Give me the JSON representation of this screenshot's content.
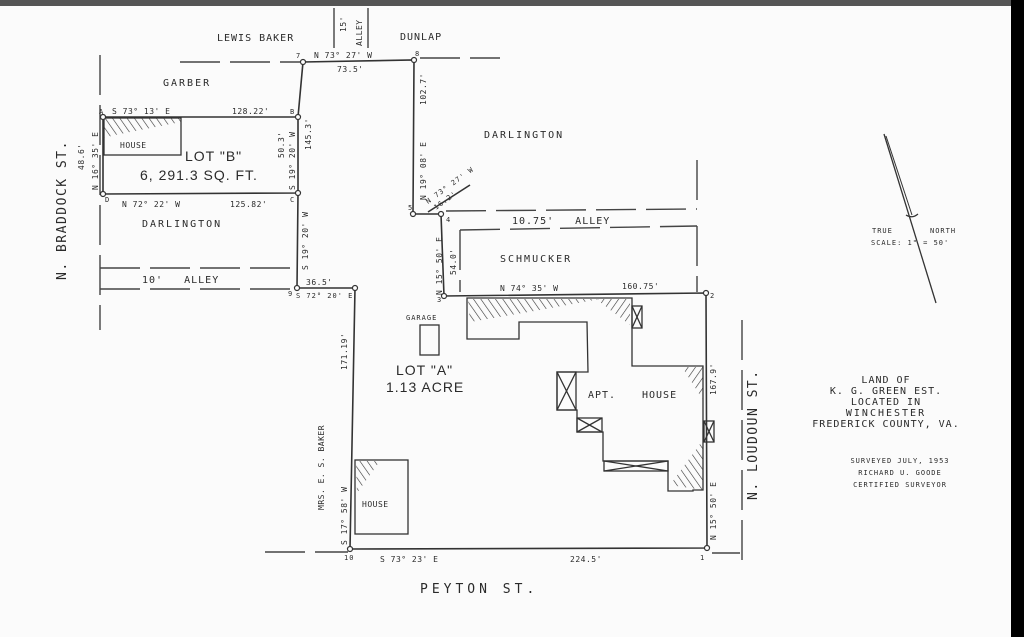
{
  "plat": {
    "streets": {
      "braddock": "N. BRADDOCK ST.",
      "loudoun": "N. LOUDOUN ST.",
      "peyton": "PEYTON ST."
    },
    "neighbors": {
      "lewis_baker": "LEWIS BAKER",
      "dunlap": "DUNLAP",
      "garber": "GARBER",
      "darlington_w": "DARLINGTON",
      "darlington_n": "DARLINGTON",
      "schmucker": "SCHMUCKER",
      "mrs_baker": "MRS. E. S. BAKER"
    },
    "alleys": {
      "top_width": "15'",
      "top_label": "ALLEY",
      "west": "10'   ALLEY",
      "east": "10.75'   ALLEY"
    },
    "lot_b": {
      "title": "LOT \"B\"",
      "area": "6, 291.3 SQ. FT.",
      "house": "HOUSE"
    },
    "lot_a": {
      "title": "LOT \"A\"",
      "area": "1.13 ACRE",
      "garage": "GARAGE",
      "apt_house_1": "APT.",
      "apt_house_2": "HOUSE",
      "house": "HOUSE"
    },
    "bearings": {
      "a_b": "S 73° 13' E",
      "a_b_len": "128.22'",
      "d_c": "N 72° 22' W",
      "d_c_len": "125.82'",
      "d_a": "N 16° 35' E",
      "d_a_len": "48.6'",
      "b_c": "S 19° 20' W",
      "b_c_len": "50.3'",
      "b_7": "145.3'",
      "c_9": "S 19° 20' W",
      "seven_eight": "N 73° 27' W",
      "seven_eight_len": "73.5'",
      "eight_five": "N 19° 08' E",
      "eight_five_len": "102.7'",
      "five_four": "N 73° 27' W",
      "five_four_len": "16.2'",
      "four_three": "N 15° 50' E",
      "four_three_len": "54.0'",
      "three_two": "N 74° 35' W",
      "three_two_len": "160.75'",
      "two_one": "N 15° 50' E",
      "two_one_len": "167.9'",
      "one_ten": "S 73° 23' E",
      "one_ten_len": "224.5'",
      "ten_nine": "S 17° 58' W",
      "ten_nine_len": "171.19'",
      "nine_corner": "S 72° 20' E",
      "nine_corner_len": "36.5'"
    },
    "points": {
      "a": "A",
      "b": "B",
      "c": "C",
      "d": "D",
      "p1": "1",
      "p2": "2",
      "p3": "3",
      "p4": "4",
      "p5": "5",
      "p7": "7",
      "p8": "8",
      "p9": "9",
      "p10": "10"
    },
    "north": {
      "true": "TRUE",
      "north": "NORTH",
      "scale": "SCALE: 1\" = 50'"
    },
    "title": [
      "LAND   OF",
      "K. G. GREEN EST.",
      "LOCATED IN",
      "WINCHESTER",
      "FREDERICK COUNTY, VA."
    ],
    "surveyor": [
      "SURVEYED  JULY, 1953",
      "RICHARD  U. GOODE",
      "CERTIFIED  SURVEYOR"
    ]
  },
  "colors": {
    "ink": "#2a2a2a",
    "paper": "#fbfbfb",
    "border": "#000000"
  }
}
